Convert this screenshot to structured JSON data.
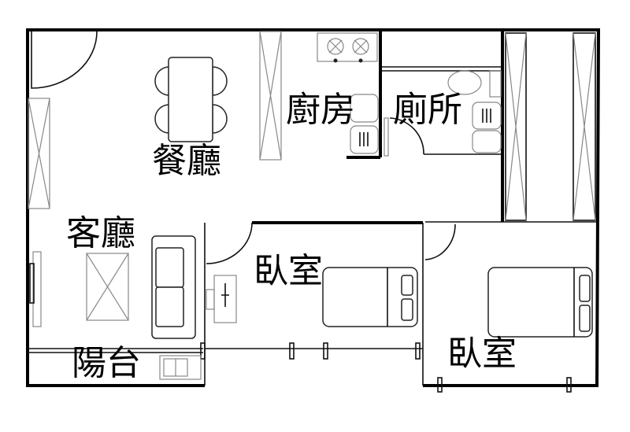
{
  "rooms": {
    "dining": "餐廳",
    "kitchen": "廚房",
    "toilet": "廁所",
    "living": "客廳",
    "bedroom1": "臥室",
    "bedroom2": "臥室",
    "balcony": "陽台"
  }
}
